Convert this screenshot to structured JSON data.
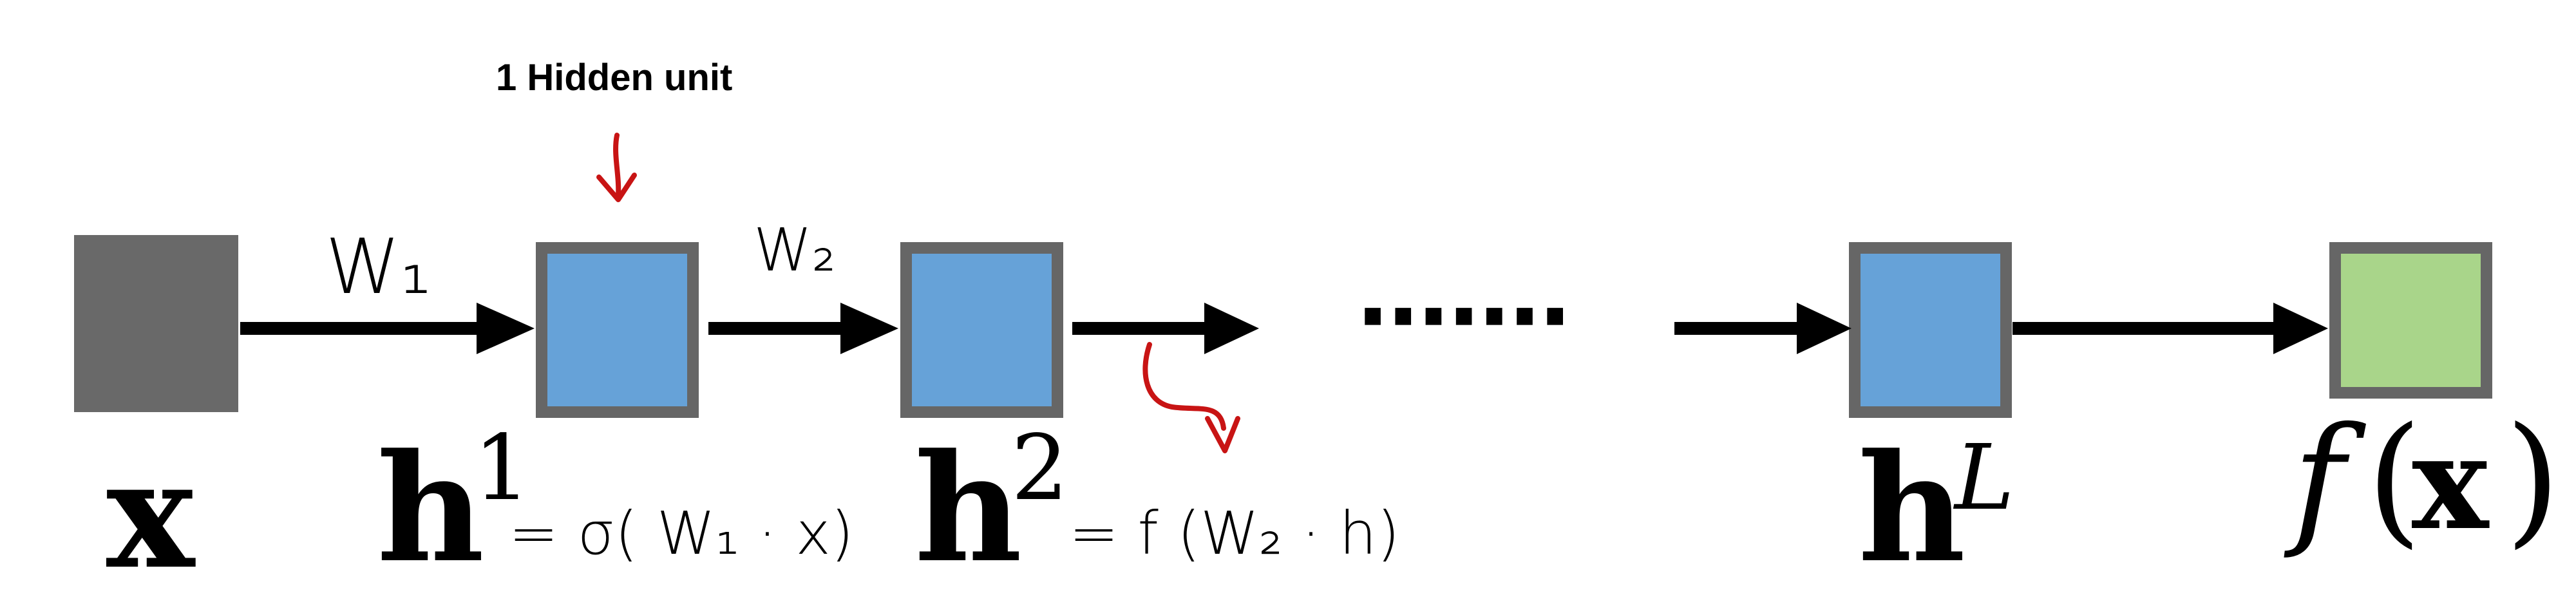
{
  "colors": {
    "input_fill": "#696969",
    "node_border": "#666666",
    "hidden_fill": "#66a2d8",
    "output_fill": "#a9d58a",
    "arrow": "#000000",
    "annotation": "#c81414"
  },
  "annotation": {
    "text": "1 Hidden unit"
  },
  "labels": {
    "x": "x",
    "h1": "h",
    "h1_sup": "1",
    "h2": "h",
    "h2_sup": "2",
    "hL": "h",
    "hL_sup": "L",
    "f": "f",
    "f_open": "(",
    "f_x": "x",
    "f_close": ")"
  },
  "edges": {
    "w1": "W₁",
    "w2": "W₂"
  },
  "ellipsis": "·······",
  "equations": {
    "h1": "= σ( W₁ · x)",
    "h2": "= f (W₂ · h)"
  }
}
